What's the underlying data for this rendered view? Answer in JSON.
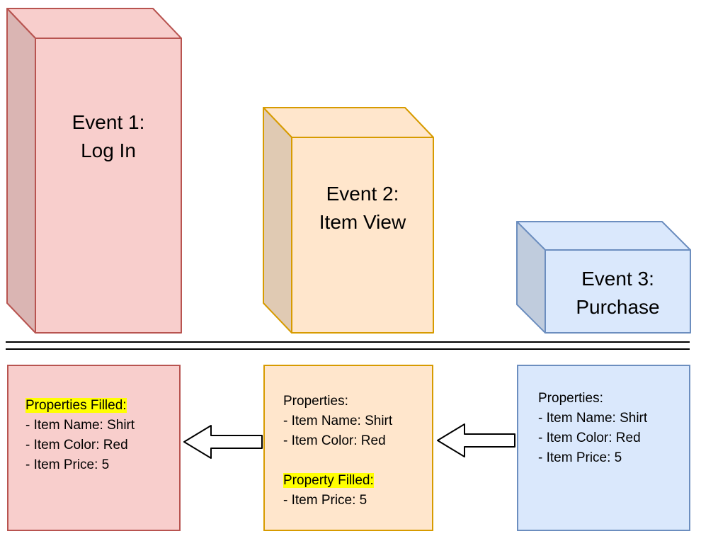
{
  "events": [
    {
      "id": "event-1",
      "label": "Event 1:\nLog In"
    },
    {
      "id": "event-2",
      "label": "Event 2:\nItem View"
    },
    {
      "id": "event-3",
      "label": "Event 3:\nPurchase"
    }
  ],
  "cards": [
    {
      "heading": "Properties Filled:",
      "heading_highlighted": true,
      "lines": [
        "- Item Name: Shirt",
        "- Item Color: Red",
        "- Item Price: 5"
      ]
    },
    {
      "heading": "Properties:",
      "heading_highlighted": false,
      "lines": [
        "- Item Name: Shirt",
        "- Item Color: Red"
      ],
      "subheading": "Property Filled:",
      "subheading_highlighted": true,
      "sublines": [
        "- Item Price: 5"
      ]
    },
    {
      "heading": "Properties:",
      "heading_highlighted": false,
      "lines": [
        "- Item Name: Shirt",
        "- Item Color: Red",
        "- Item Price: 5"
      ]
    }
  ],
  "arrows": [
    {
      "direction": "left",
      "from": "event-2-card",
      "to": "event-1-card"
    },
    {
      "direction": "left",
      "from": "event-3-card",
      "to": "event-2-card"
    }
  ],
  "colors": {
    "red_fill": "#f8cecc",
    "red_side": "#dab5b3",
    "red_stroke": "#b85450",
    "orange_fill": "#ffe6cc",
    "orange_side": "#e0cab3",
    "orange_stroke": "#d79b00",
    "blue_fill": "#dae8fc",
    "blue_side": "#c0ccdd",
    "blue_stroke": "#6c8ebf",
    "highlight": "#ffff00",
    "line": "#000000"
  }
}
